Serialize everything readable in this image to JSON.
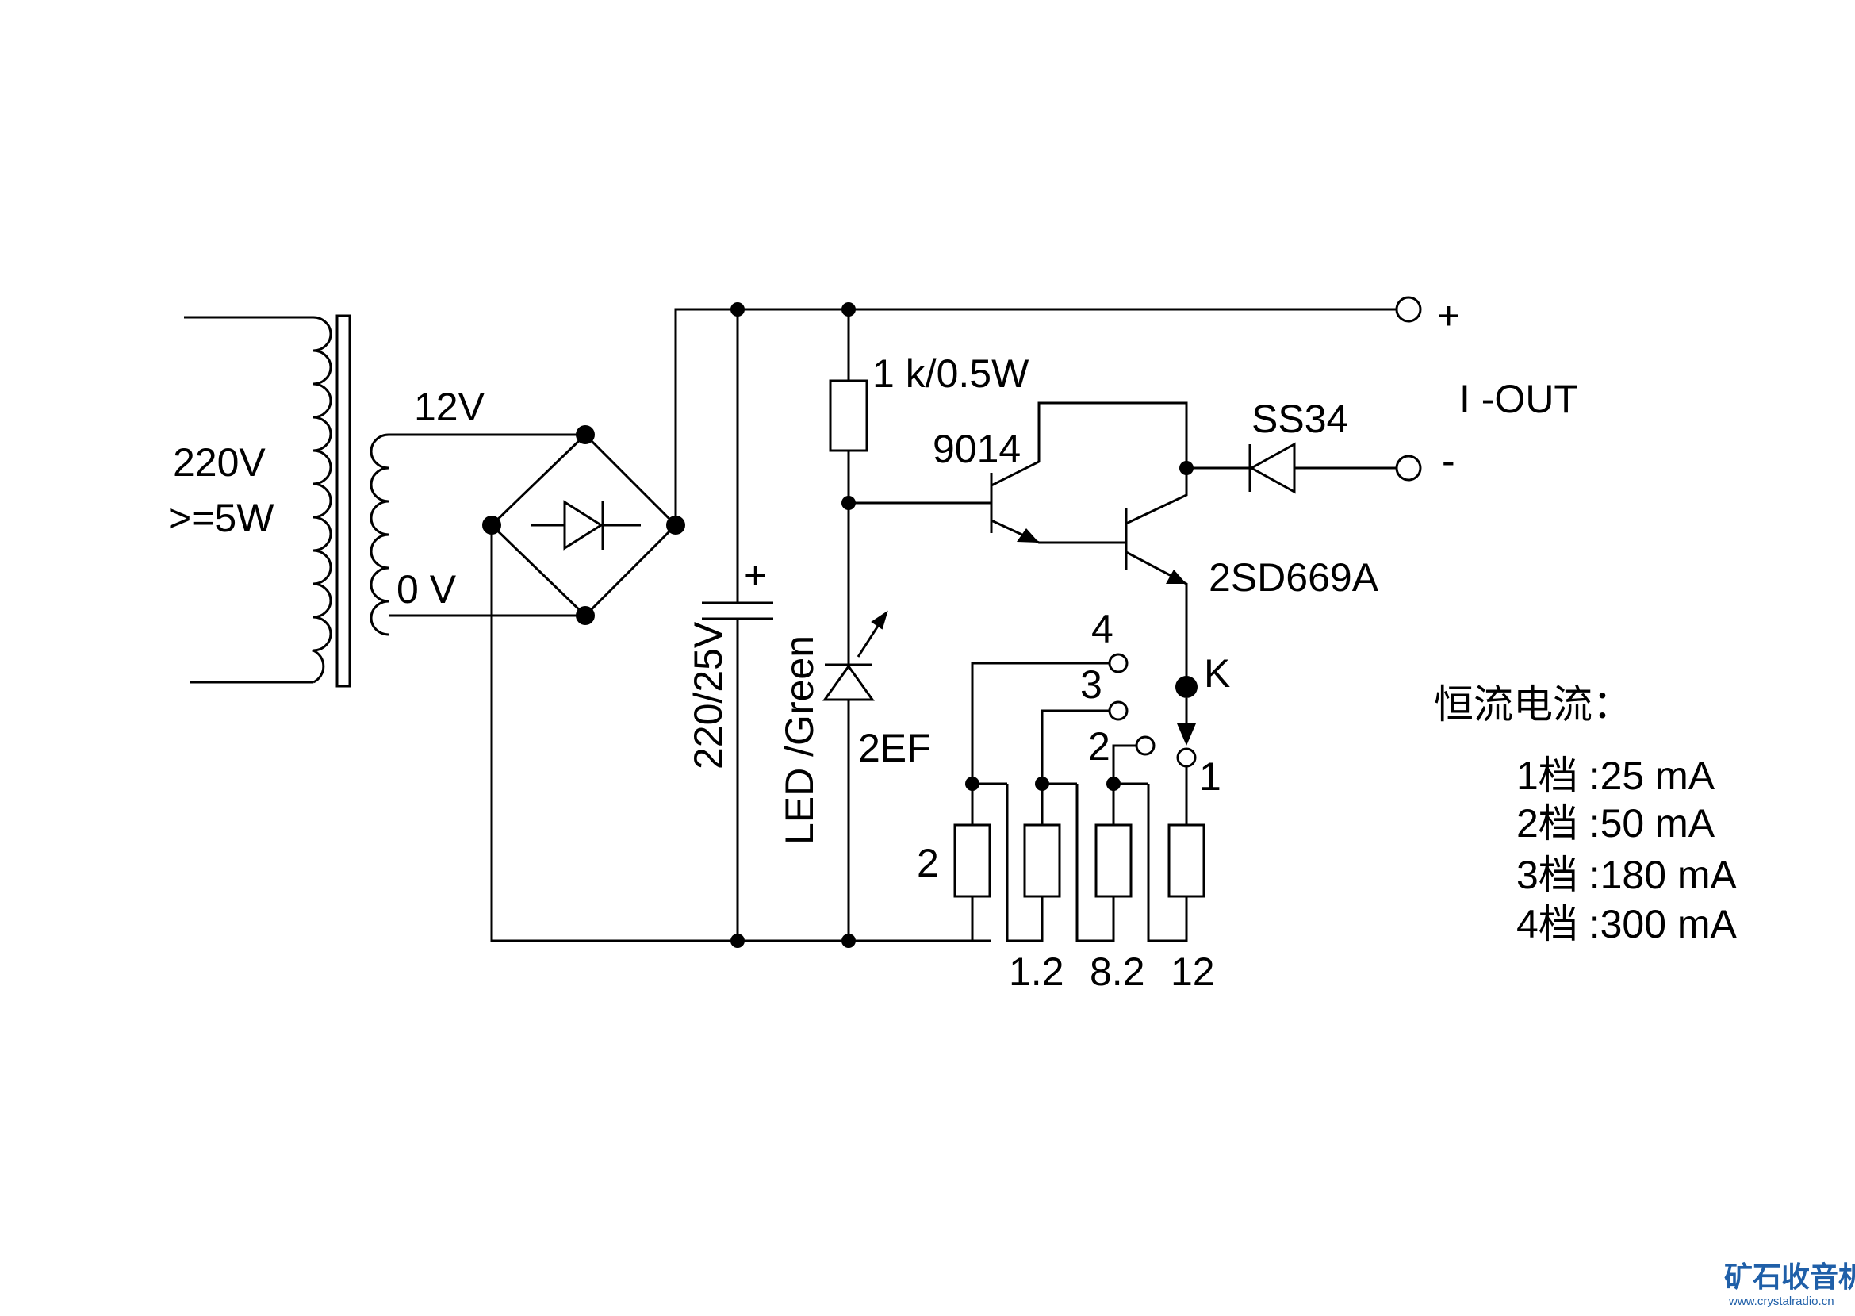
{
  "colors": {
    "ink": "#000000",
    "background": "#ffffff",
    "logo": "#1f5fa8"
  },
  "labels": {
    "mains_voltage": "220V",
    "mains_power": ">=5W",
    "secondary_12v": "12V",
    "secondary_0v": "0 V",
    "capacitor": "220/25V",
    "capacitor_polarity": "+",
    "led": "LED /Green",
    "zener": "2EF",
    "resistor_top": "1 k/0.5W",
    "transistor_driver": "9014",
    "transistor_power": "2SD669A",
    "diode_out": "SS34",
    "output_title": "I -OUT",
    "output_plus": "+",
    "output_minus": "-",
    "switch_k": "K",
    "switch_pos_1": "1",
    "switch_pos_2": "2",
    "switch_pos_3": "3",
    "switch_pos_4": "4",
    "res_2": "2",
    "res_1_2": "1.2",
    "res_8_2": "8.2",
    "res_12": "12"
  },
  "current_table": {
    "title": "恒流电流：",
    "rows": [
      "1档 :25 mA",
      "2档 :50 mA",
      "3档 :180 mA",
      "4档 :300 mA"
    ]
  },
  "watermark": {
    "name": "矿石收音机",
    "url": "www.crystalradio.cn"
  }
}
